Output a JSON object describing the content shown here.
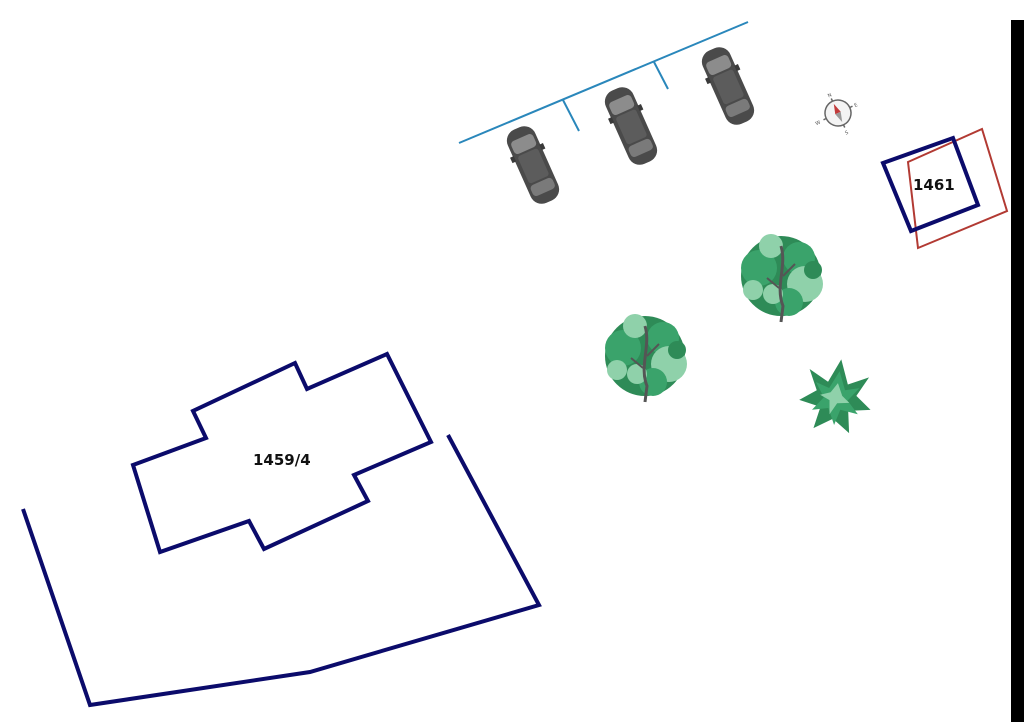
{
  "colors": {
    "parcel_outline": "#0b0b6b",
    "alt_outline": "#b23a33",
    "parking_line": "#2a87bb",
    "car_body": "#4a4a4a",
    "tree_dark": "#2e8b57",
    "tree_light": "#8fd1aa",
    "edge_bar": "#000000"
  },
  "parcels": [
    {
      "id": "1459/4",
      "label": "1459/4"
    },
    {
      "id": "1461",
      "label": "1461"
    }
  ],
  "compass": {
    "icon": "compass-rose-icon",
    "letters": [
      "N",
      "E",
      "S",
      "W"
    ]
  },
  "parking": {
    "spots": 3,
    "icon": "car-icon"
  },
  "vegetation": [
    {
      "type": "tree",
      "icon": "tree-icon"
    },
    {
      "type": "tree",
      "icon": "tree-icon"
    },
    {
      "type": "shrub",
      "icon": "shrub-icon"
    }
  ]
}
